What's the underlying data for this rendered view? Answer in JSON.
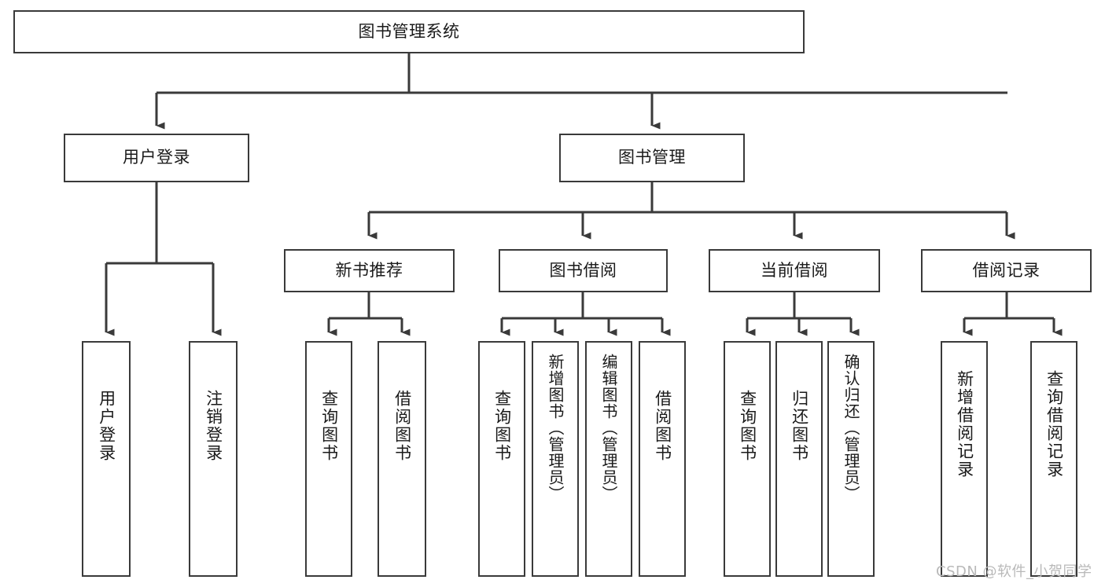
{
  "diagram": {
    "title": "图书管理系统",
    "type": "tree",
    "root": {
      "id": "root",
      "label": "图书管理系统"
    },
    "level2": [
      {
        "id": "user-login",
        "label": "用户登录"
      },
      {
        "id": "book-management",
        "label": "图书管理"
      }
    ],
    "level3": [
      {
        "id": "new-book-recommend",
        "label": "新书推荐"
      },
      {
        "id": "book-borrow",
        "label": "图书借阅"
      },
      {
        "id": "current-borrow",
        "label": "当前借阅"
      },
      {
        "id": "borrow-record",
        "label": "借阅记录"
      }
    ],
    "leaves": {
      "user_login": [
        {
          "id": "leaf-user-login",
          "label": "用户登录"
        },
        {
          "id": "leaf-logout-login",
          "label": "注销登录"
        }
      ],
      "new_book_recommend": [
        {
          "id": "leaf-query-book-1",
          "label": "查询图书"
        },
        {
          "id": "leaf-borrow-book-1",
          "label": "借阅图书"
        }
      ],
      "book_borrow": [
        {
          "id": "leaf-query-book-2",
          "label": "查询图书"
        },
        {
          "id": "leaf-add-book",
          "label": "新增图书（管理员）"
        },
        {
          "id": "leaf-edit-book",
          "label": "编辑图书（管理员）"
        },
        {
          "id": "leaf-borrow-book-2",
          "label": "借阅图书"
        }
      ],
      "current_borrow": [
        {
          "id": "leaf-query-book-3",
          "label": "查询图书"
        },
        {
          "id": "leaf-return-book",
          "label": "归还图书"
        },
        {
          "id": "leaf-confirm-return",
          "label": "确认归还（管理员）"
        }
      ],
      "borrow_record": [
        {
          "id": "leaf-add-record",
          "label": "新增借阅记录"
        },
        {
          "id": "leaf-query-record",
          "label": "查询借阅记录"
        }
      ]
    }
  },
  "watermark": {
    "text": "CSDN @软件_小贺同学"
  },
  "colors": {
    "stroke": "#3a3a3a",
    "fill": "#ffffff",
    "text": "#1a1a1a",
    "watermark": "#b9b9b9"
  }
}
